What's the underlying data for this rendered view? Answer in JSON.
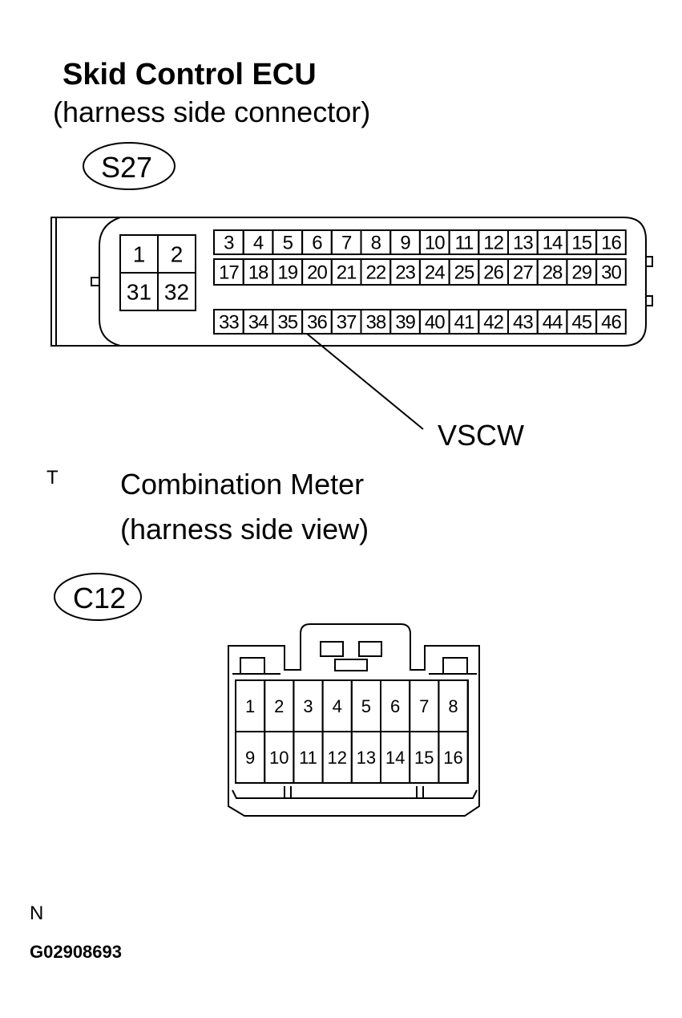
{
  "ecu": {
    "title": "Skid Control ECU",
    "subtitle": "(harness side connector)",
    "code": "S27",
    "big_pins": [
      [
        "1",
        "2"
      ],
      [
        "31",
        "32"
      ]
    ],
    "row1": [
      "3",
      "4",
      "5",
      "6",
      "7",
      "8",
      "9",
      "10",
      "11",
      "12",
      "13",
      "14",
      "15",
      "16"
    ],
    "row2": [
      "17",
      "18",
      "19",
      "20",
      "21",
      "22",
      "23",
      "24",
      "25",
      "26",
      "27",
      "28",
      "29",
      "30"
    ],
    "row3": [
      "33",
      "34",
      "35",
      "36",
      "37",
      "38",
      "39",
      "40",
      "41",
      "42",
      "43",
      "44",
      "45",
      "46"
    ],
    "callout_label": "VSCW"
  },
  "marker_t": "T",
  "meter": {
    "title": "Combination Meter",
    "subtitle": "(harness side view)",
    "code": "C12",
    "row1": [
      "1",
      "2",
      "3",
      "4",
      "5",
      "6",
      "7",
      "8"
    ],
    "row2": [
      "9",
      "10",
      "11",
      "12",
      "13",
      "14",
      "15",
      "16"
    ]
  },
  "marker_n": "N",
  "figure_id": "G02908693"
}
